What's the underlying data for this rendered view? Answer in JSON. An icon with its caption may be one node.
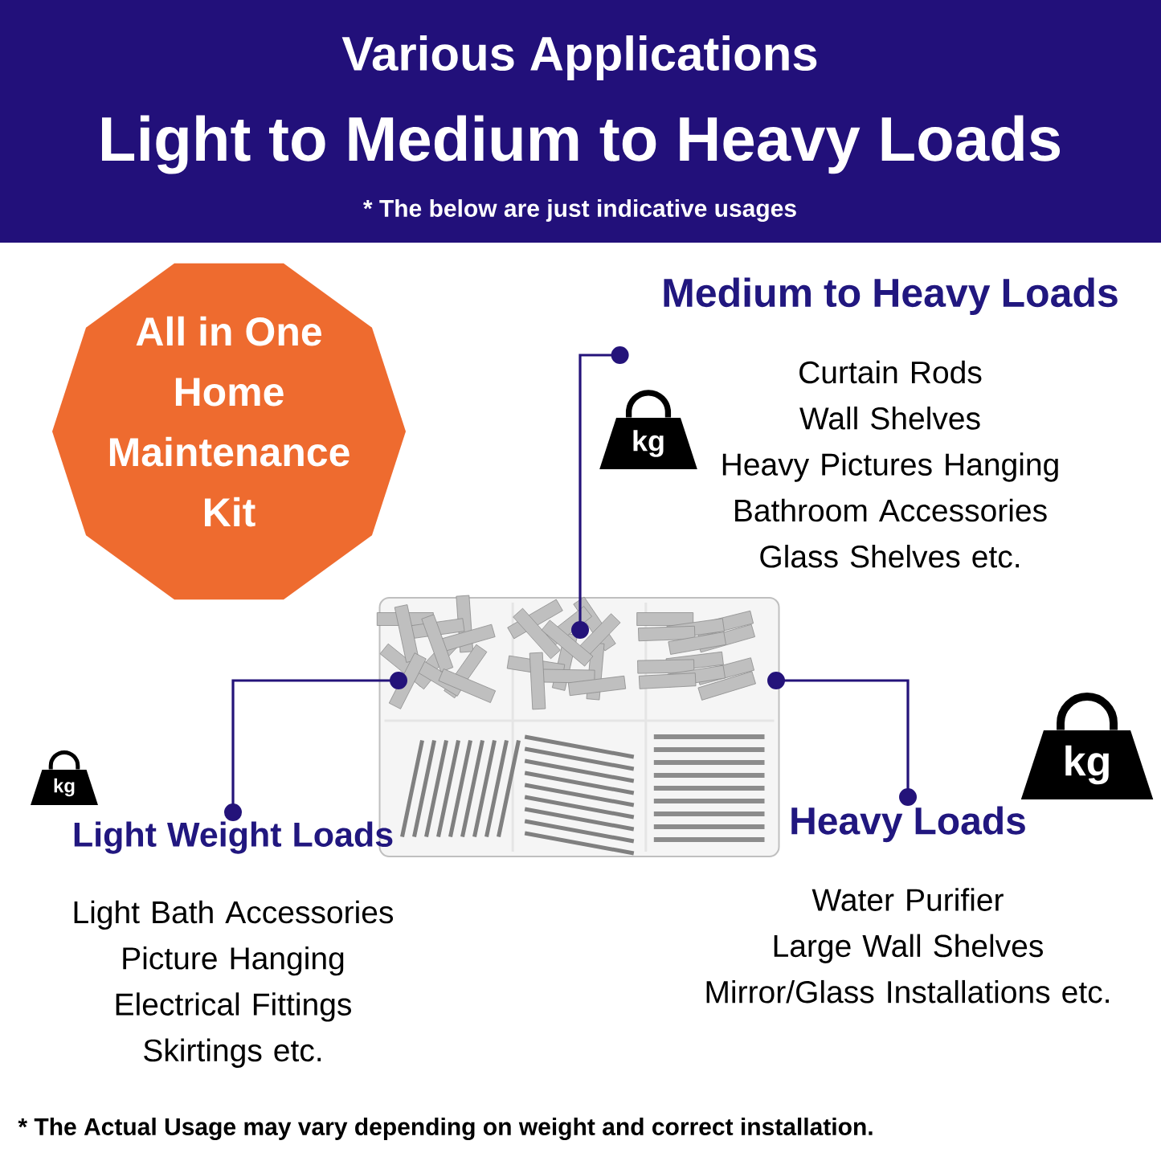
{
  "diagram": {
    "title": "Various Applications",
    "nodes": [
      {
        "text": [
          "All in One Home Maintenance Kit"
        ]
      },
      {
        "text": [
          "Medium to Heavy Loads",
          "Curtain Rods",
          "Wall Shelves",
          "Heavy Pictures Hanging",
          "Bathroom Accessories",
          "Glass Shelves etc."
        ]
      },
      {
        "text": [
          "kg"
        ]
      },
      {
        "text": [],
        "shape": "picture"
      },
      {
        "text": [
          "kg"
        ]
      },
      {
        "text": [
          "kg"
        ]
      },
      {
        "text": [
          "Light Weight Loads",
          "Light Bath Accessories",
          "Picture Hanging",
          "Electrical Fittings",
          "Skirtings etc."
        ]
      },
      {
        "text": [
          "Heavy Loads",
          "Water Purifier",
          "Large Wall Shelves",
          "Mirror/Glass Installations etc."
        ]
      }
    ],
    "edges": [
      {
        "from": 1,
        "to": 3,
        "arrow": "other"
      },
      {
        "from": 6,
        "to": 3,
        "arrow": "other"
      },
      {
        "from": 7,
        "to": 3,
        "arrow": "other"
      }
    ],
    "labels": [
      "Light to Medium to Heavy Loads",
      "* The below are just indicative usages",
      "* The Actual Usage may vary depending on weight and correct installation."
    ]
  }
}
